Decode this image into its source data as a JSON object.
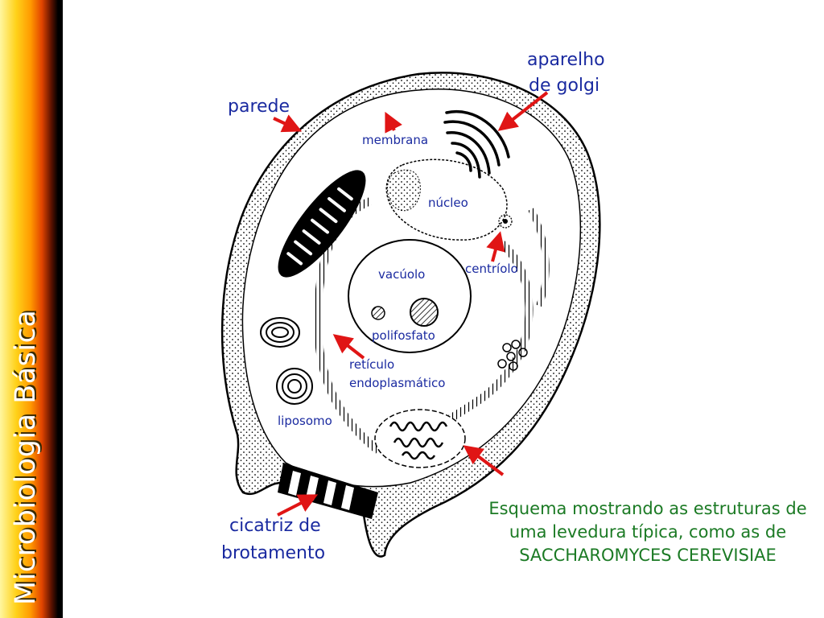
{
  "sidebar": {
    "title": "Microbiologia Básica"
  },
  "labels": {
    "parede": "parede",
    "membrana": "membrana",
    "golgi_1": "aparelho",
    "golgi_2": "de golgi",
    "nucleo": "núcleo",
    "centriolo": "centríolo",
    "vacuolo": "vacúolo",
    "polifosfato": "polifosfato",
    "reticulo_1": "retículo",
    "reticulo_2": "endoplasmático",
    "liposomo": "liposomo",
    "cicatriz_1": "cicatriz de",
    "cicatriz_2": "brotamento"
  },
  "caption": {
    "line1": "Esquema mostrando as estruturas de",
    "line2": "uma levedura típica, como as de",
    "line3": "SACCHAROMYCES CEREVISIAE"
  },
  "colors": {
    "label": "#1a2aa0",
    "caption": "#1b7a24",
    "arrow": "#e01515",
    "outline": "#000000"
  }
}
